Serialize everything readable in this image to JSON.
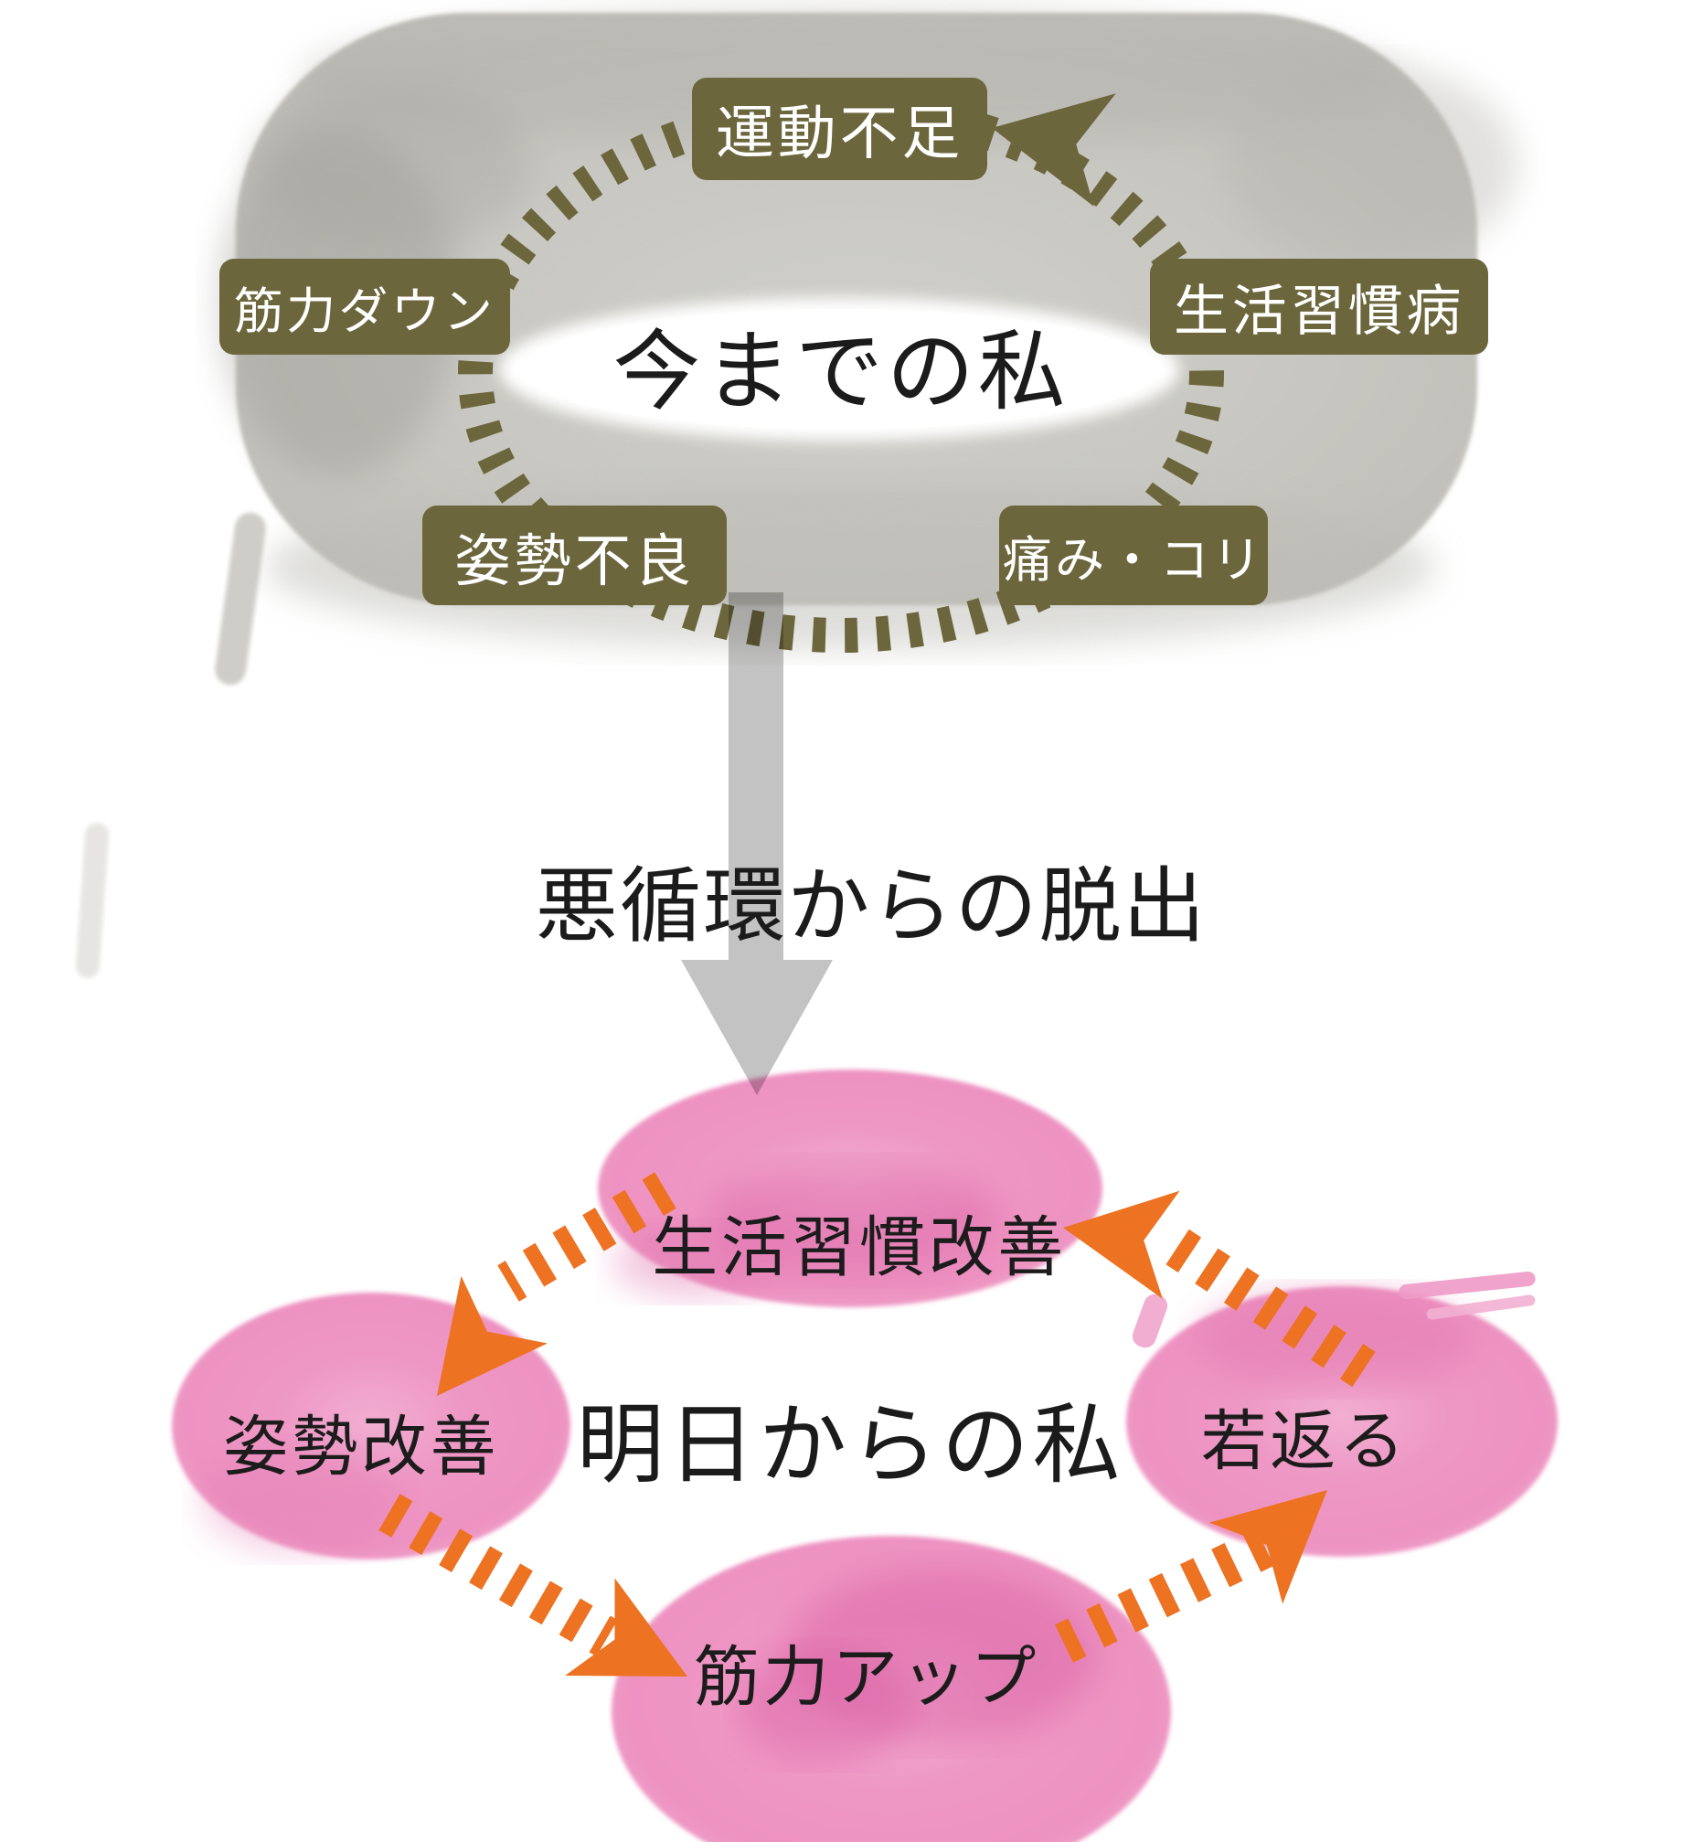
{
  "diagram": {
    "top_cycle": {
      "title": "今までの私",
      "flow": "counterclockwise",
      "nodes": [
        {
          "label": "運動不足",
          "position": "top"
        },
        {
          "label": "筋力ダウン",
          "position": "left"
        },
        {
          "label": "生活習慣病",
          "position": "right"
        },
        {
          "label": "姿勢不良",
          "position": "bottom-left"
        },
        {
          "label": "痛み・コリ",
          "position": "bottom-right"
        }
      ],
      "colors": {
        "node_background": "#6c663d",
        "node_text": "#ffffff",
        "ring_dashes": "#6c663d",
        "watercolor_blob": "#c6c5bf",
        "title_text": "#1b1b1b"
      }
    },
    "transition": {
      "label": "悪循環からの脱出",
      "direction": "down",
      "arrow_color": "#c3c3c3",
      "text_color": "#1b1b1b"
    },
    "bottom_cycle": {
      "title": "明日からの私",
      "flow": "counterclockwise",
      "nodes": [
        {
          "label": "生活習慣改善",
          "position": "top"
        },
        {
          "label": "姿勢改善",
          "position": "left"
        },
        {
          "label": "筋力アップ",
          "position": "bottom"
        },
        {
          "label": "若返る",
          "position": "right"
        }
      ],
      "colors": {
        "watercolor_blob": "#ee96c3",
        "blob_dark_patch": "#dd66a7",
        "arrow_dashes": "#ed7222",
        "label_text": "#1c1c1c",
        "title_text": "#1b1b1b"
      }
    }
  }
}
